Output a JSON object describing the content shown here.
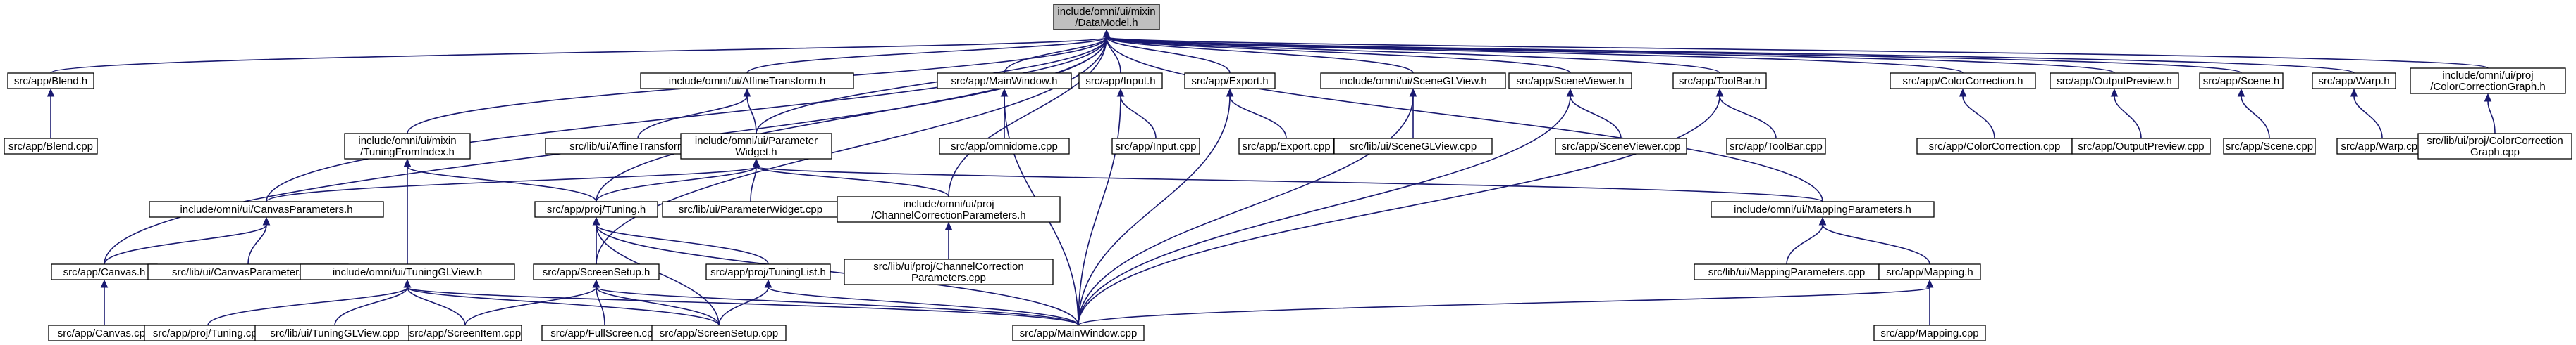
{
  "graph": {
    "nodes": [
      {
        "id": "datamodel",
        "lines": [
          "include/omni/ui/mixin",
          "/DataModel.h"
        ]
      },
      {
        "id": "blend_h",
        "lines": [
          "src/app/Blend.h"
        ]
      },
      {
        "id": "blend_cpp",
        "lines": [
          "src/app/Blend.cpp"
        ]
      },
      {
        "id": "affine_h",
        "lines": [
          "include/omni/ui/AffineTransform.h"
        ]
      },
      {
        "id": "affine_cpp",
        "lines": [
          "src/lib/ui/AffineTransform.cpp"
        ]
      },
      {
        "id": "mainwindow_h",
        "lines": [
          "src/app/MainWindow.h"
        ]
      },
      {
        "id": "omnidome_cpp",
        "lines": [
          "src/app/omnidome.cpp"
        ]
      },
      {
        "id": "input_h",
        "lines": [
          "src/app/Input.h"
        ]
      },
      {
        "id": "input_cpp",
        "lines": [
          "src/app/Input.cpp"
        ]
      },
      {
        "id": "export_h",
        "lines": [
          "src/app/Export.h"
        ]
      },
      {
        "id": "export_cpp",
        "lines": [
          "src/app/Export.cpp"
        ]
      },
      {
        "id": "sceneglview_h",
        "lines": [
          "include/omni/ui/SceneGLView.h"
        ]
      },
      {
        "id": "sceneglview_cpp",
        "lines": [
          "src/lib/ui/SceneGLView.cpp"
        ]
      },
      {
        "id": "sceneviewer_h",
        "lines": [
          "src/app/SceneViewer.h"
        ]
      },
      {
        "id": "sceneviewer_cpp",
        "lines": [
          "src/app/SceneViewer.cpp"
        ]
      },
      {
        "id": "toolbar_h",
        "lines": [
          "src/app/ToolBar.h"
        ]
      },
      {
        "id": "toolbar_cpp",
        "lines": [
          "src/app/ToolBar.cpp"
        ]
      },
      {
        "id": "colorcorr_h",
        "lines": [
          "src/app/ColorCorrection.h"
        ]
      },
      {
        "id": "colorcorr_cpp",
        "lines": [
          "src/app/ColorCorrection.cpp"
        ]
      },
      {
        "id": "outputpreview_h",
        "lines": [
          "src/app/OutputPreview.h"
        ]
      },
      {
        "id": "outputpreview_cpp",
        "lines": [
          "src/app/OutputPreview.cpp"
        ]
      },
      {
        "id": "scene_h",
        "lines": [
          "src/app/Scene.h"
        ]
      },
      {
        "id": "scene_cpp",
        "lines": [
          "src/app/Scene.cpp"
        ]
      },
      {
        "id": "warp_h",
        "lines": [
          "src/app/Warp.h"
        ]
      },
      {
        "id": "warp_cpp",
        "lines": [
          "src/app/Warp.cpp"
        ]
      },
      {
        "id": "ccgraph_h",
        "lines": [
          "include/omni/ui/proj",
          "/ColorCorrectionGraph.h"
        ]
      },
      {
        "id": "ccgraph_cpp",
        "lines": [
          "src/lib/ui/proj/ColorCorrection",
          "Graph.cpp"
        ]
      },
      {
        "id": "tuningfromindex_h",
        "lines": [
          "include/omni/ui/mixin",
          "/TuningFromIndex.h"
        ]
      },
      {
        "id": "paramwidget_h",
        "lines": [
          "include/omni/ui/Parameter",
          "Widget.h"
        ]
      },
      {
        "id": "paramwidget_cpp",
        "lines": [
          "src/lib/ui/ParameterWidget.cpp"
        ]
      },
      {
        "id": "canvasparams_h",
        "lines": [
          "include/omni/ui/CanvasParameters.h"
        ]
      },
      {
        "id": "tuning_h",
        "lines": [
          "src/app/proj/Tuning.h"
        ]
      },
      {
        "id": "chancorrparams_h",
        "lines": [
          "include/omni/ui/proj",
          "/ChannelCorrectionParameters.h"
        ]
      },
      {
        "id": "mappingparams_h",
        "lines": [
          "include/omni/ui/MappingParameters.h"
        ]
      },
      {
        "id": "canvas_h",
        "lines": [
          "src/app/Canvas.h"
        ]
      },
      {
        "id": "canvasparams_cpp",
        "lines": [
          "src/lib/ui/CanvasParameters.cpp"
        ]
      },
      {
        "id": "tuningglview_h",
        "lines": [
          "include/omni/ui/TuningGLView.h"
        ]
      },
      {
        "id": "screensetup_h",
        "lines": [
          "src/app/ScreenSetup.h"
        ]
      },
      {
        "id": "tuninglist_h",
        "lines": [
          "src/app/proj/TuningList.h"
        ]
      },
      {
        "id": "chancorrparams_cpp",
        "lines": [
          "src/lib/ui/proj/ChannelCorrection",
          "Parameters.cpp"
        ]
      },
      {
        "id": "mappingparams_cpp",
        "lines": [
          "src/lib/ui/MappingParameters.cpp"
        ]
      },
      {
        "id": "mapping_h",
        "lines": [
          "src/app/Mapping.h"
        ]
      },
      {
        "id": "canvas_cpp",
        "lines": [
          "src/app/Canvas.cpp"
        ]
      },
      {
        "id": "tuning_cpp",
        "lines": [
          "src/app/proj/Tuning.cpp"
        ]
      },
      {
        "id": "tuningglview_cpp",
        "lines": [
          "src/lib/ui/TuningGLView.cpp"
        ]
      },
      {
        "id": "screenitem_cpp",
        "lines": [
          "src/app/ScreenItem.cpp"
        ]
      },
      {
        "id": "fullscreen_cpp",
        "lines": [
          "src/app/FullScreen.cpp"
        ]
      },
      {
        "id": "screensetup_cpp",
        "lines": [
          "src/app/ScreenSetup.cpp"
        ]
      },
      {
        "id": "mainwindow_cpp",
        "lines": [
          "src/app/MainWindow.cpp"
        ]
      },
      {
        "id": "mapping_cpp",
        "lines": [
          "src/app/Mapping.cpp"
        ]
      }
    ],
    "edges": [
      [
        "datamodel",
        "blend_h"
      ],
      [
        "datamodel",
        "affine_h"
      ],
      [
        "datamodel",
        "mainwindow_h"
      ],
      [
        "datamodel",
        "input_h"
      ],
      [
        "datamodel",
        "export_h"
      ],
      [
        "datamodel",
        "sceneglview_h"
      ],
      [
        "datamodel",
        "sceneviewer_h"
      ],
      [
        "datamodel",
        "toolbar_h"
      ],
      [
        "datamodel",
        "colorcorr_h"
      ],
      [
        "datamodel",
        "outputpreview_h"
      ],
      [
        "datamodel",
        "scene_h"
      ],
      [
        "datamodel",
        "warp_h"
      ],
      [
        "datamodel",
        "ccgraph_h"
      ],
      [
        "datamodel",
        "tuningfromindex_h"
      ],
      [
        "datamodel",
        "paramwidget_h"
      ],
      [
        "datamodel",
        "canvasparams_h"
      ],
      [
        "datamodel",
        "tuning_h"
      ],
      [
        "datamodel",
        "chancorrparams_h"
      ],
      [
        "datamodel",
        "mappingparams_h"
      ],
      [
        "datamodel",
        "canvas_h"
      ],
      [
        "datamodel",
        "screensetup_h"
      ],
      [
        "blend_h",
        "blend_cpp"
      ],
      [
        "affine_h",
        "affine_cpp"
      ],
      [
        "affine_h",
        "paramwidget_h"
      ],
      [
        "mainwindow_h",
        "omnidome_cpp"
      ],
      [
        "mainwindow_h",
        "mainwindow_cpp"
      ],
      [
        "input_h",
        "input_cpp"
      ],
      [
        "input_h",
        "mainwindow_cpp"
      ],
      [
        "export_h",
        "export_cpp"
      ],
      [
        "export_h",
        "mainwindow_cpp"
      ],
      [
        "sceneglview_h",
        "sceneglview_cpp"
      ],
      [
        "sceneglview_h",
        "mainwindow_cpp"
      ],
      [
        "sceneviewer_h",
        "sceneviewer_cpp"
      ],
      [
        "sceneviewer_h",
        "mainwindow_cpp"
      ],
      [
        "toolbar_h",
        "toolbar_cpp"
      ],
      [
        "toolbar_h",
        "mainwindow_cpp"
      ],
      [
        "colorcorr_h",
        "colorcorr_cpp"
      ],
      [
        "outputpreview_h",
        "outputpreview_cpp"
      ],
      [
        "scene_h",
        "scene_cpp"
      ],
      [
        "warp_h",
        "warp_cpp"
      ],
      [
        "ccgraph_h",
        "ccgraph_cpp"
      ],
      [
        "tuningfromindex_h",
        "tuning_h"
      ],
      [
        "tuningfromindex_h",
        "tuningglview_h"
      ],
      [
        "paramwidget_h",
        "paramwidget_cpp"
      ],
      [
        "paramwidget_h",
        "canvasparams_h"
      ],
      [
        "paramwidget_h",
        "tuning_h"
      ],
      [
        "paramwidget_h",
        "chancorrparams_h"
      ],
      [
        "paramwidget_h",
        "mappingparams_h"
      ],
      [
        "canvasparams_h",
        "canvas_h"
      ],
      [
        "canvasparams_h",
        "canvasparams_cpp"
      ],
      [
        "tuning_h",
        "screensetup_h"
      ],
      [
        "tuning_h",
        "tuninglist_h"
      ],
      [
        "tuning_h",
        "screensetup_cpp"
      ],
      [
        "tuning_h",
        "mainwindow_cpp"
      ],
      [
        "chancorrparams_h",
        "chancorrparams_cpp"
      ],
      [
        "mappingparams_h",
        "mappingparams_cpp"
      ],
      [
        "mappingparams_h",
        "mapping_h"
      ],
      [
        "canvas_h",
        "canvas_cpp"
      ],
      [
        "tuningglview_h",
        "tuning_cpp"
      ],
      [
        "tuningglview_h",
        "tuningglview_cpp"
      ],
      [
        "tuningglview_h",
        "screenitem_cpp"
      ],
      [
        "tuningglview_h",
        "screensetup_cpp"
      ],
      [
        "tuningglview_h",
        "mainwindow_cpp"
      ],
      [
        "screensetup_h",
        "screenitem_cpp"
      ],
      [
        "screensetup_h",
        "fullscreen_cpp"
      ],
      [
        "screensetup_h",
        "screensetup_cpp"
      ],
      [
        "screensetup_h",
        "mainwindow_cpp"
      ],
      [
        "tuninglist_h",
        "screensetup_cpp"
      ],
      [
        "tuninglist_h",
        "mainwindow_cpp"
      ],
      [
        "mapping_h",
        "mainwindow_cpp"
      ],
      [
        "mapping_h",
        "mapping_cpp"
      ]
    ]
  }
}
